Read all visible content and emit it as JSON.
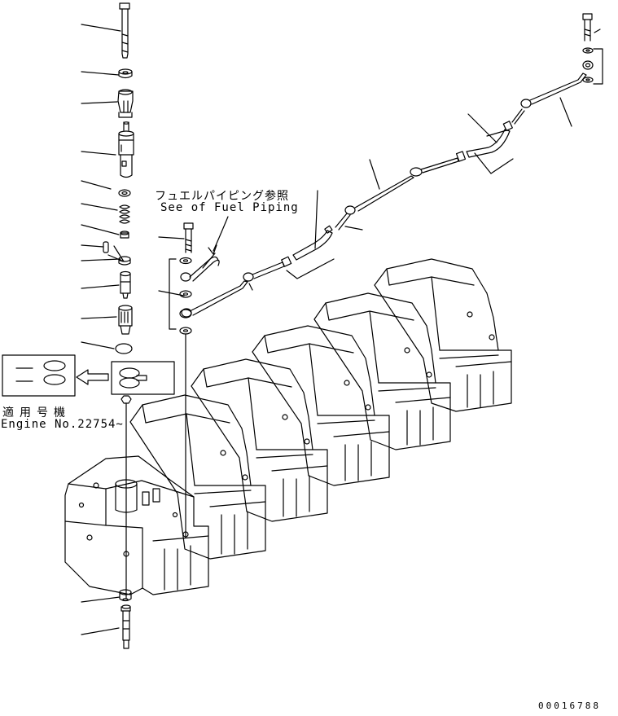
{
  "notes": {
    "fuel_piping_jp": "フュエルパイピング参照",
    "fuel_piping_en": "See of Fuel Piping",
    "applicable_jp": "適用号機",
    "applicable_en": "Engine No.22754~"
  },
  "illustration_number": "00016788"
}
